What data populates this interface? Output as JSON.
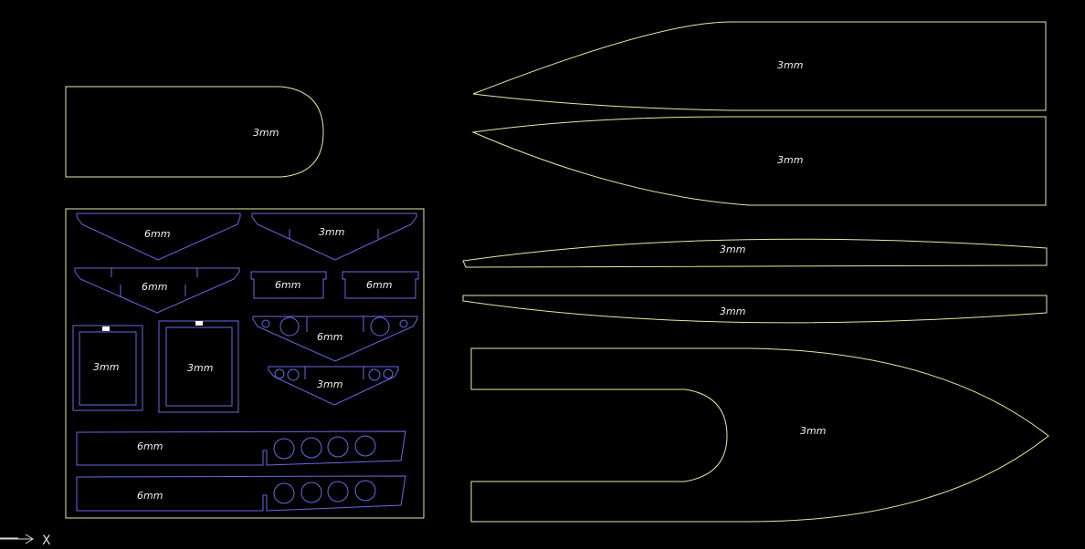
{
  "drawing": {
    "colors": {
      "background": "#000000",
      "sheet_3mm": "#e9e9a4",
      "sheet_6mm": "#6a6ae6"
    },
    "yellow_parts": [
      {
        "id": "lid-part",
        "label": "3mm"
      },
      {
        "id": "hull-side-top",
        "label": "3mm"
      },
      {
        "id": "hull-side-bottom",
        "label": "3mm"
      },
      {
        "id": "strip-top",
        "label": "3mm"
      },
      {
        "id": "strip-bottom",
        "label": "3mm"
      },
      {
        "id": "deck-part",
        "label": "3mm"
      }
    ],
    "blue_parts": [
      {
        "id": "bulkhead-a",
        "label": "6mm"
      },
      {
        "id": "bulkhead-b",
        "label": "3mm"
      },
      {
        "id": "bulkhead-c",
        "label": "6mm"
      },
      {
        "id": "block-a",
        "label": "6mm"
      },
      {
        "id": "block-b",
        "label": "6mm"
      },
      {
        "id": "frame-a",
        "label": "3mm"
      },
      {
        "id": "frame-b",
        "label": "3mm"
      },
      {
        "id": "motor-mount-a",
        "label": "6mm"
      },
      {
        "id": "motor-mount-b",
        "label": "3mm"
      },
      {
        "id": "rail-a",
        "label": "6mm"
      },
      {
        "id": "rail-b",
        "label": "6mm"
      }
    ],
    "ucs": {
      "axis_label": "X"
    }
  }
}
